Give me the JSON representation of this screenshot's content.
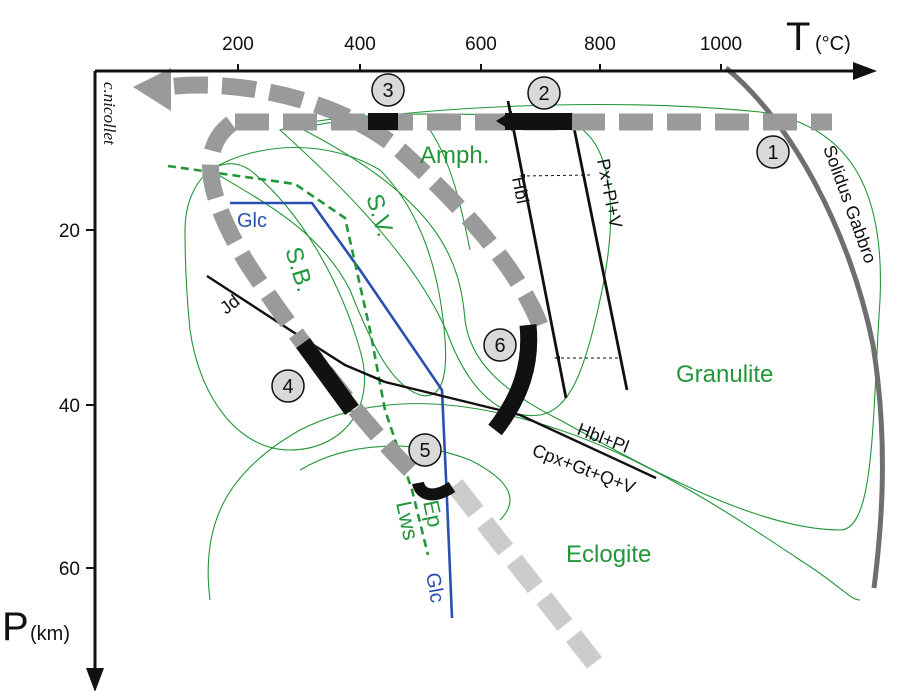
{
  "axes": {
    "t_symbol": "T",
    "t_unit": "(°C)",
    "p_symbol": "P",
    "p_unit": "(km)",
    "t_ticks": [
      "200",
      "400",
      "600",
      "800",
      "1000"
    ],
    "p_ticks": [
      "20",
      "40",
      "60"
    ]
  },
  "credit": "c.nicollet",
  "facies": {
    "amphibolite": "Amph.",
    "granulite": "Granulite",
    "eclogite": "Eclogite",
    "greenschist": "S.V.",
    "blueschist": "S.B."
  },
  "reaction_labels": {
    "glaucophane_top": "Glc",
    "glaucophane_bottom": "Glc",
    "jadeite": "Jd",
    "hornblende": "Hbl",
    "px_pl_v": "Px+Pl+V",
    "hbl_pl": "Hbl+Pl",
    "cpx_gt_q_v": "Cpx+Gt+Q+V",
    "epidote": "Ep",
    "lawsonite": "Lws",
    "solidus": "Solidus Gabbro"
  },
  "path_markers": [
    "1",
    "2",
    "3",
    "4",
    "5",
    "6"
  ],
  "colors": {
    "facies_green": "#22963a",
    "reaction_blue": "#2a4fb0",
    "path_gray": "#9a9a9a",
    "path_light_gray": "#cccccc",
    "solidus_gray": "#6f6f6f"
  }
}
